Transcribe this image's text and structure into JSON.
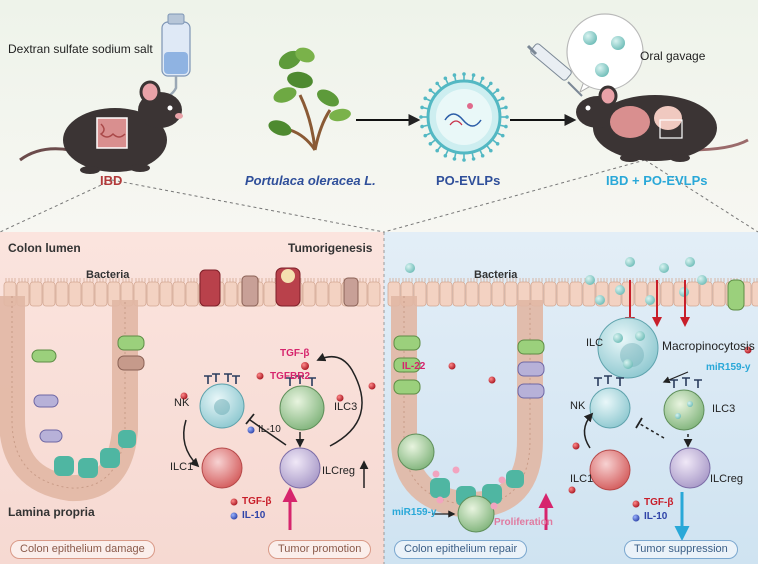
{
  "top": {
    "dss_label": "Dextran sulfate sodium salt",
    "ibd_label": "IBD",
    "plant_label": "Portulaca oleracea L.",
    "evlp_label": "PO-EVLPs",
    "oral_label": "Oral gavage",
    "treated_label": "IBD + PO-EVLPs"
  },
  "left_panel": {
    "lumen": "Colon lumen",
    "tumorigenesis": "Tumorigenesis",
    "bacteria": "Bacteria",
    "lamina": "Lamina propria",
    "nk": "NK",
    "ilc1": "ILC1",
    "il10": "IL-10",
    "tgfb_top": "TGF-β",
    "tgfbr2": "TGFBR2",
    "ilc3": "ILC3",
    "ilcreg": "ILCreg",
    "tgfb_bottom": "TGF-β",
    "il10_bottom": "IL-10",
    "pill_damage": "Colon epithelium damage",
    "pill_promotion": "Tumor promotion"
  },
  "right_panel": {
    "bacteria": "Bacteria",
    "il22": "IL-22",
    "ilc": "ILC",
    "macropinocytosis": "Macropinocytosis",
    "mir_right": "miR159-y",
    "nk": "NK",
    "ilc3": "ILC3",
    "ilc1": "ILC1",
    "ilcreg": "ILCreg",
    "tgfb": "TGF-β",
    "il10": "IL-10",
    "mir_left": "miR159-y",
    "proliferation": "Proliferation",
    "pill_repair": "Colon epithelium repair",
    "pill_suppression": "Tumor suppression"
  },
  "colors": {
    "ibd_red": "#b23a3a",
    "plant_blue": "#2f4f9a",
    "cyan": "#29a8d8",
    "magenta": "#d6256d",
    "pink": "#e07aa0",
    "panel_left": "#fbe5e1",
    "panel_right": "#dceaf5"
  }
}
